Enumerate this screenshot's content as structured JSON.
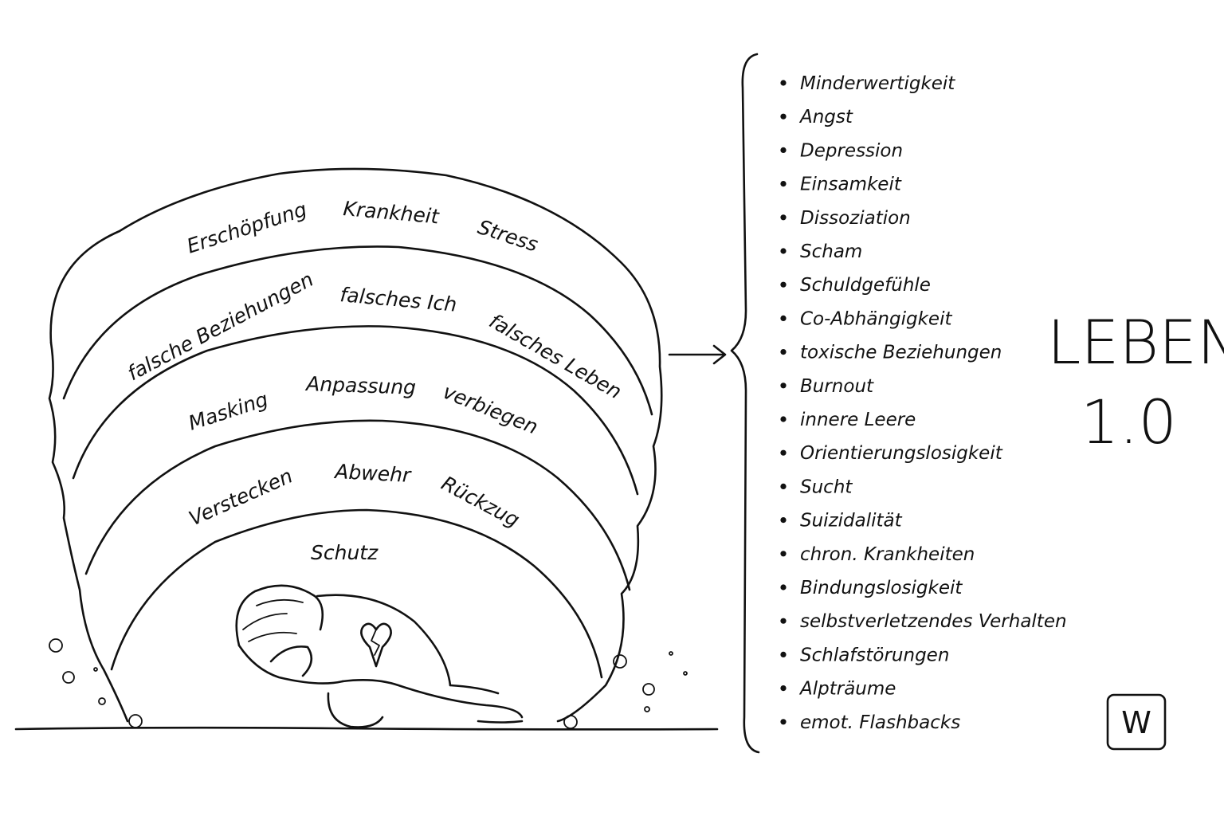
{
  "layers": [
    {
      "words": [
        "Erschöpfung",
        "Krankheit",
        "Stress"
      ]
    },
    {
      "words": [
        "falsche Beziehungen",
        "falsches Ich",
        "falsches Leben"
      ]
    },
    {
      "words": [
        "Masking",
        "Anpassung",
        "verbiegen"
      ]
    },
    {
      "words": [
        "Verstecken",
        "Abwehr",
        "Rückzug"
      ]
    },
    {
      "words": [
        "Schutz"
      ]
    }
  ],
  "effects": [
    "Minderwertigkeit",
    "Angst",
    "Depression",
    "Einsamkeit",
    "Dissoziation",
    "Scham",
    "Schuldgefühle",
    "Co-Abhängigkeit",
    "toxische Beziehungen",
    "Burnout",
    "innere Leere",
    "Orientierungslosigkeit",
    "Sucht",
    "Suizidalität",
    "chron. Krankheiten",
    "Bindungslosigkeit",
    "selbstverletzendes Verhalten",
    "Schlafstörungen",
    "Alpträume",
    "emot. Flashbacks"
  ],
  "title": {
    "line1": "LEBEN",
    "line2": "1.0"
  },
  "logo": {
    "letter": "W"
  },
  "icons": {
    "figure": "crouching-person-icon",
    "heart": "broken-heart-icon",
    "arrow": "arrow-right-icon",
    "brace": "curly-brace-icon"
  }
}
